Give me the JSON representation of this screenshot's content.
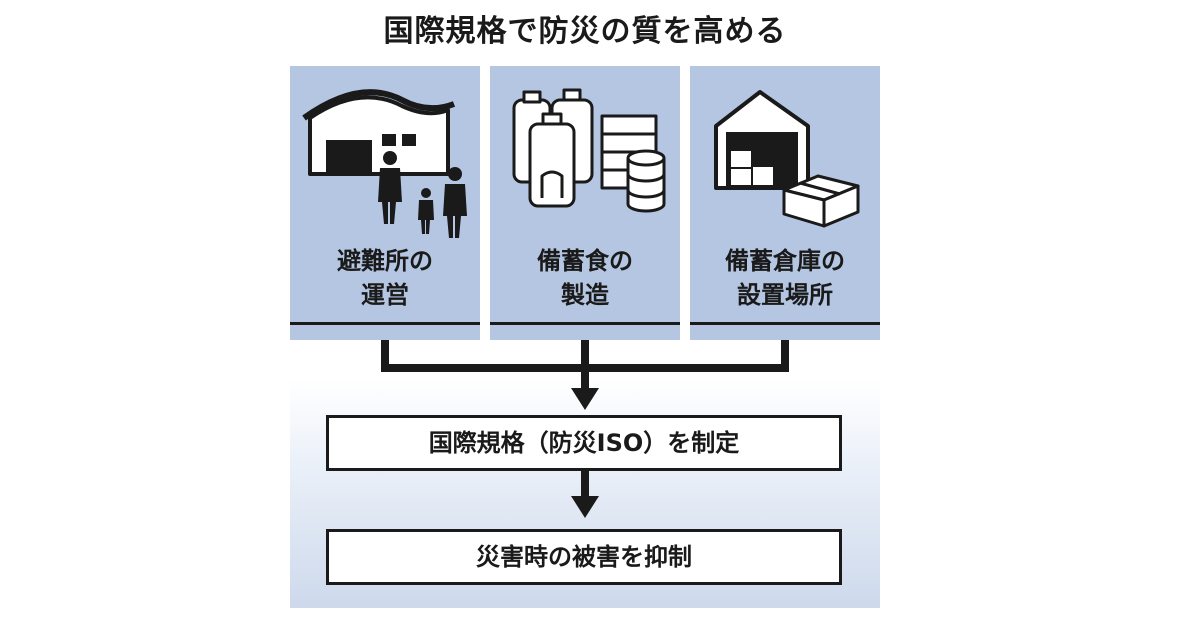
{
  "title": "国際規格で防災の質を高める",
  "panels": [
    {
      "line1": "避難所の",
      "line2": "運営",
      "icon": "evacuation-shelter-icon"
    },
    {
      "line1": "備蓄食の",
      "line2": "製造",
      "icon": "stockpile-food-icon"
    },
    {
      "line1": "備蓄倉庫の",
      "line2": "設置場所",
      "icon": "storage-warehouse-icon"
    }
  ],
  "step1": "国際規格（防災ISO）を制定",
  "step2": "災害時の被害を抑制",
  "colors": {
    "panel": "#b4c6e2",
    "line": "#1a1a1a",
    "gradient_bottom": "#cdd9ec"
  }
}
